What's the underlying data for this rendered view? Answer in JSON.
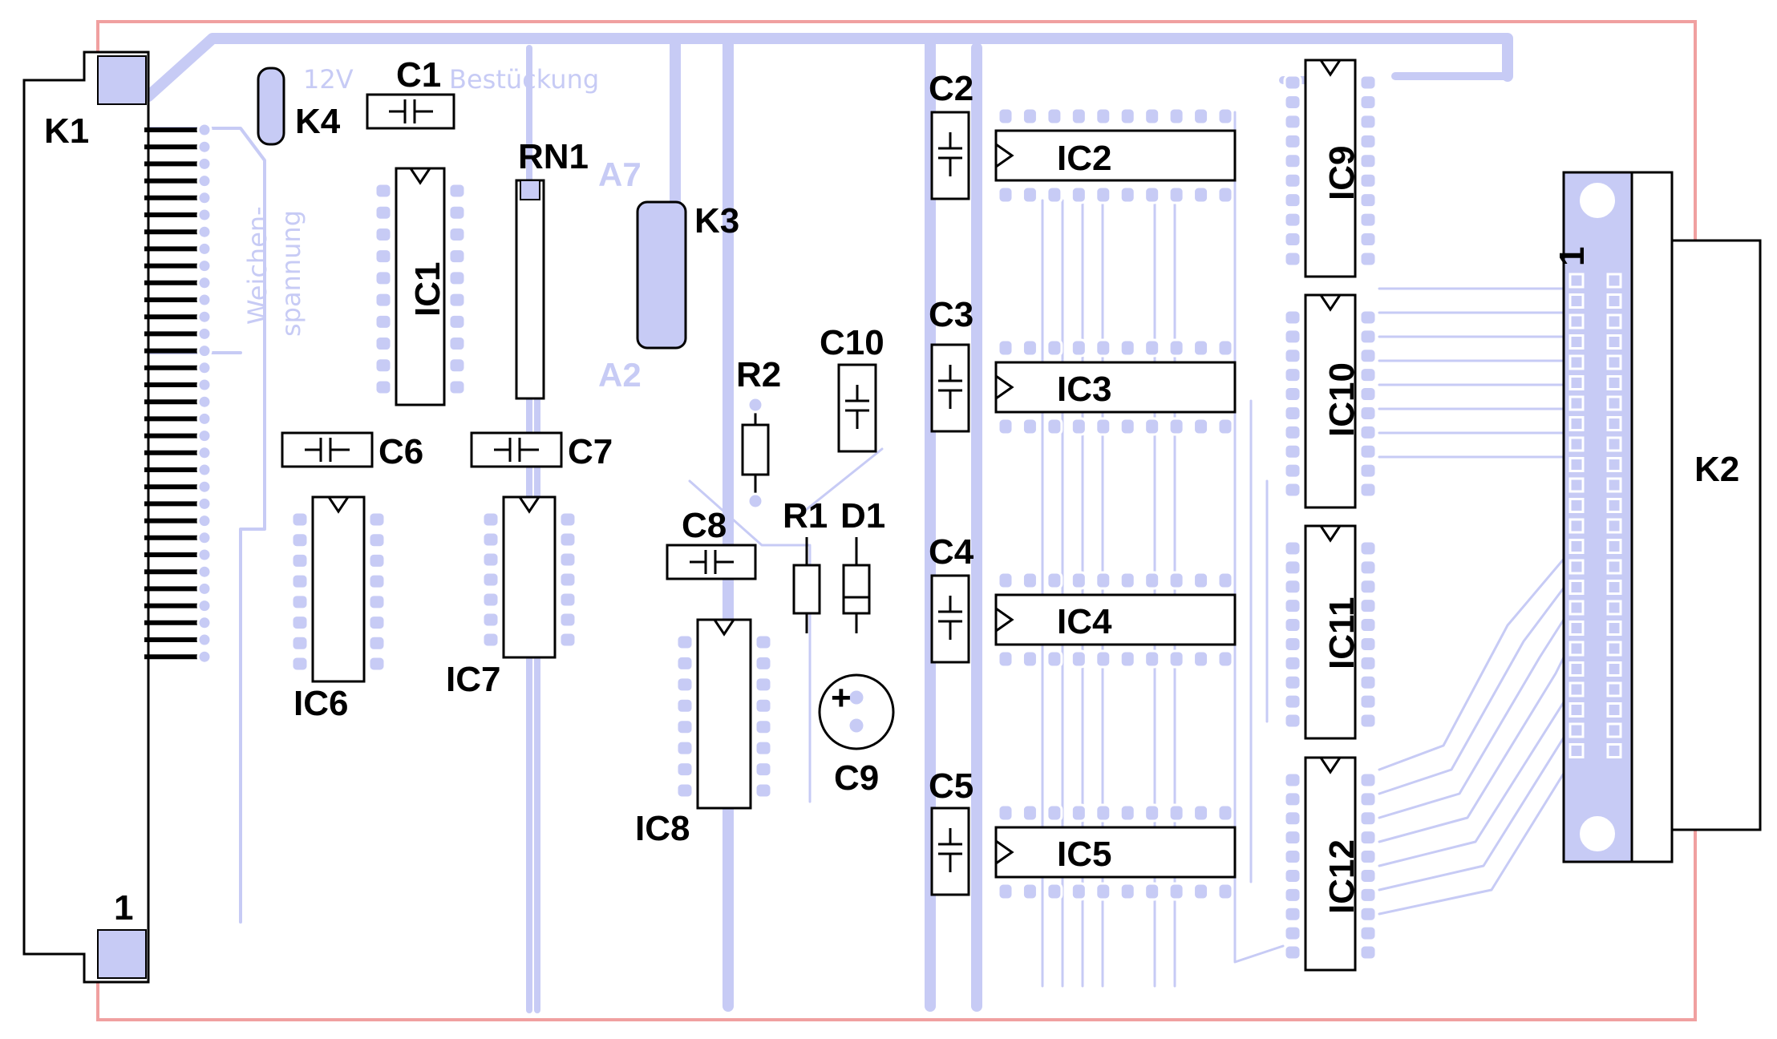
{
  "diagram": {
    "connectors": {
      "k1": "K1",
      "k2": "K2",
      "k3": "K3",
      "k4": "K4",
      "k1_pin1": "1",
      "k2_pin1": "1"
    },
    "ics": {
      "ic1": "IC1",
      "ic2": "IC2",
      "ic3": "IC3",
      "ic4": "IC4",
      "ic5": "IC5",
      "ic6": "IC6",
      "ic7": "IC7",
      "ic8": "IC8",
      "ic9": "IC9",
      "ic10": "IC10",
      "ic11": "IC11",
      "ic12": "IC12"
    },
    "passives": {
      "c1": "C1",
      "c2": "C2",
      "c3": "C3",
      "c4": "C4",
      "c5": "C5",
      "c6": "C6",
      "c7": "C7",
      "c8": "C8",
      "c9": "C9",
      "c10": "C10",
      "r1": "R1",
      "r2": "R2",
      "d1": "D1",
      "rn1": "RN1",
      "c9_polarity": "+"
    },
    "silkscreen": {
      "v12": "12V",
      "bestueckung": "Bestückung",
      "weichen": "Weichen-",
      "spannung": "spannung",
      "a7": "A7",
      "a2": "A2"
    },
    "colors": {
      "board_edge": "#f0a0a0",
      "copper": "#c7cbf5",
      "outline": "#000000"
    }
  }
}
